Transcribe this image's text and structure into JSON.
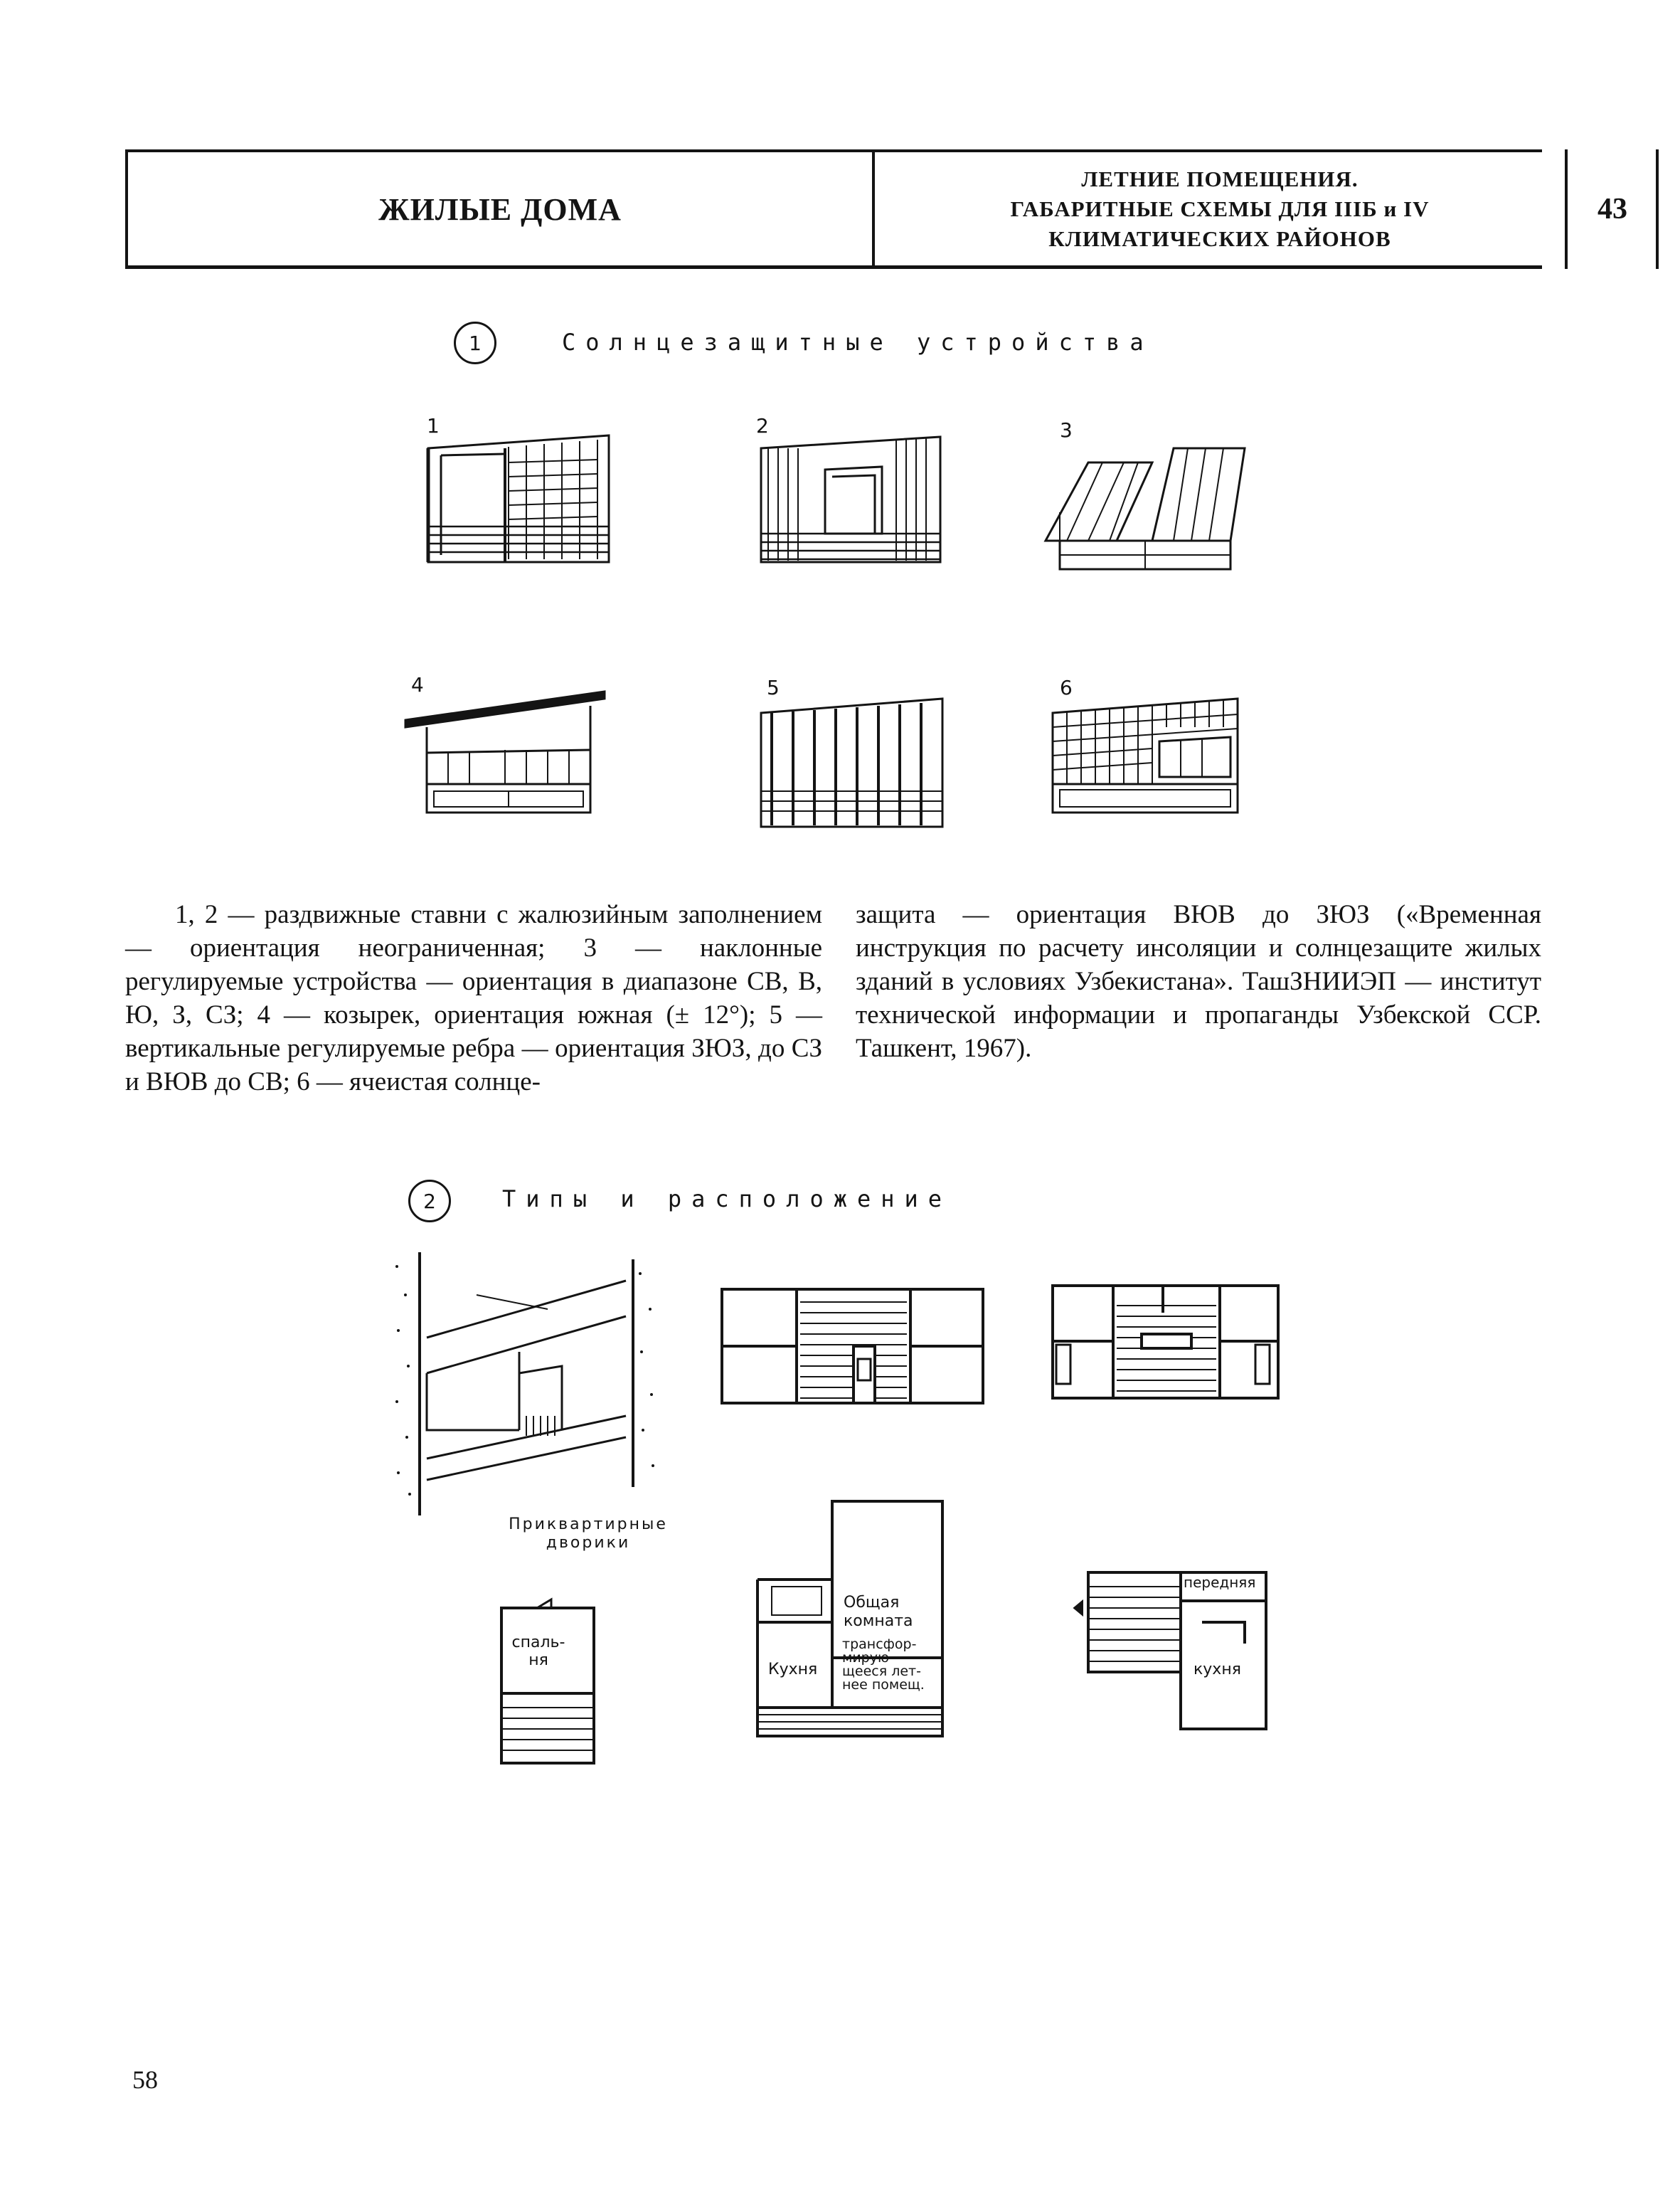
{
  "header": {
    "section_title": "ЖИЛЫЕ ДОМА",
    "topic_lines": [
      "ЛЕТНИЕ ПОМЕЩЕНИЯ.",
      "ГАБАРИТНЫЕ СХЕМЫ ДЛЯ IIIБ и IV",
      "КЛИМАТИЧЕСКИХ РАЙОНОВ"
    ],
    "sheet_number": "43"
  },
  "section1": {
    "number": "1",
    "title": "Солнцезащитные устройства",
    "figure_labels": [
      "1",
      "2",
      "3",
      "4",
      "5",
      "6"
    ]
  },
  "caption": {
    "col1": "1, 2 — раздвижные ставни с жалюзийным заполнением — ориентация неограниченная; 3 — наклонные регулируемые устройства — ориентация в диапазоне СВ, В, Ю, З, СЗ; 4 — козырек, ориентация южная (± 12°); 5 — вертикальные регулируемые ребра — ориентация ЗЮЗ, до СЗ и ВЮВ до СВ; 6 — ячеистая солнце-",
    "col2": "защита — ориентация ВЮВ до ЗЮЗ («Временная инструкция по расчету инсоляции и солнцезащите жилых зданий в условиях Узбекистана». ТашЗНИИЭП — институт технической информации и пропаганды Узбекской ССР. Ташкент, 1967)."
  },
  "section2": {
    "number": "2",
    "title": "Типы и расположение",
    "labels": {
      "courtyards_line1": "Приквартирные",
      "courtyards_line2": "дворики",
      "bedroom_line1": "спаль-",
      "bedroom_line2": "ня",
      "common_room_line1": "Общая",
      "common_room_line2": "комната",
      "kitchen_a": "Кухня",
      "transform_line1": "трансфор-",
      "transform_line2": "мирую-",
      "transform_line3": "щееся лет-",
      "transform_line4": "нее помещ.",
      "hall": "передняя",
      "kitchen_b": "кухня"
    }
  },
  "footer": {
    "page_number": "58"
  }
}
